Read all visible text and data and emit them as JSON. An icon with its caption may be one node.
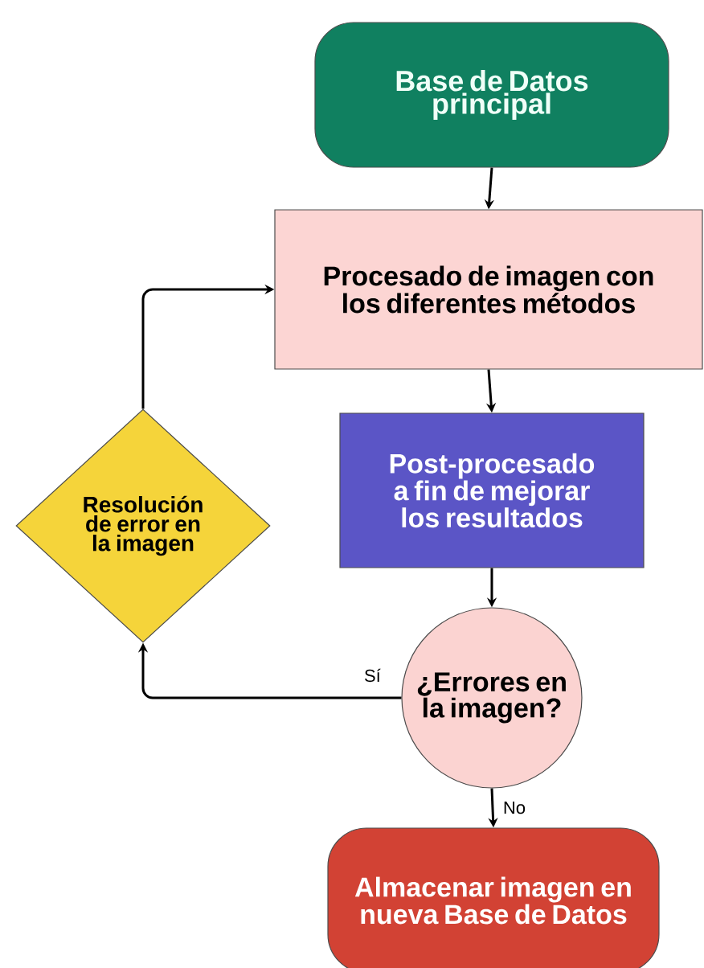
{
  "diagram": {
    "nodes": [
      {
        "text": [
          "Base de Datos principal"
        ]
      },
      {
        "text": [
          "Procesado de imagen con los diferentes métodos"
        ]
      },
      {
        "text": [
          "Post-procesado a fin de mejorar los resultados"
        ]
      },
      {
        "text": [
          "Resolución de error en la imagen"
        ]
      },
      {
        "text": [
          "¿Errores en la imagen?"
        ]
      },
      {
        "text": [
          "Almacenar imagen en nueva Base de Datos"
        ]
      }
    ],
    "edges": [
      {
        "from": 0,
        "to": 1,
        "arrow": "to"
      },
      {
        "from": 1,
        "to": 2,
        "arrow": "to"
      },
      {
        "from": 2,
        "to": 4,
        "arrow": "to"
      },
      {
        "from": 4,
        "to": 3,
        "arrow": "to",
        "label": "Sí"
      },
      {
        "from": 4,
        "to": 5,
        "arrow": "to",
        "label": "No"
      },
      {
        "from": 3,
        "to": 1,
        "arrow": "to"
      }
    ]
  }
}
